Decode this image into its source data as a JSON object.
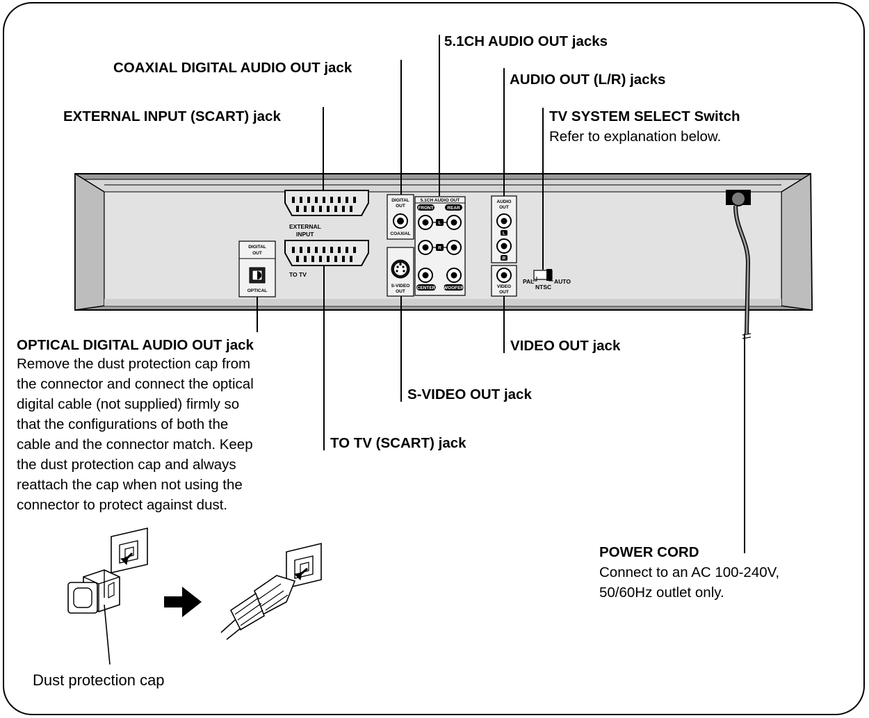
{
  "labels": {
    "coaxial": "COAXIAL DIGITAL AUDIO OUT jack",
    "ch51": "5.1CH AUDIO OUT jacks",
    "audio_lr": "AUDIO OUT (L/R) jacks",
    "external_input": "EXTERNAL INPUT (SCART) jack",
    "tv_system_title": "TV SYSTEM SELECT Switch",
    "tv_system_note": "Refer to explanation below.",
    "optical_title": "OPTICAL DIGITAL AUDIO OUT jack",
    "optical_lines": [
      "Remove the dust protection cap from",
      "the connector and connect the optical",
      "digital cable (not supplied) firmly so",
      "that the configurations of both the",
      "cable and the connector match. Keep",
      "the dust protection cap and always",
      "reattach the cap when not using the",
      "connector to protect against dust."
    ],
    "video_out": "VIDEO OUT jack",
    "svideo_out": "S-VIDEO OUT jack",
    "to_tv": "TO TV (SCART) jack",
    "power_title": "POWER CORD",
    "power_lines": [
      "Connect to an AC 100-240V,",
      "50/60Hz outlet only."
    ],
    "dust_cap": "Dust protection cap"
  },
  "panel": {
    "digital_out": [
      "DIGITAL",
      "OUT"
    ],
    "optical": "OPTICAL",
    "external_input": [
      "EXTERNAL",
      "INPUT"
    ],
    "to_tv": "TO TV",
    "coaxial": "COAXIAL",
    "ch51_header": "5.1CH AUDIO OUT",
    "front": "FRONT",
    "rear": "REAR",
    "left_mark": "L",
    "right_mark": "R",
    "center": "CENTER",
    "woofer": "WOOFER",
    "svideo": [
      "S-VIDEO",
      "OUT"
    ],
    "audio_out": [
      "AUDIO",
      "OUT"
    ],
    "video_out": [
      "VIDEO",
      "OUT"
    ],
    "pal": "PAL",
    "ntsc": "NTSC",
    "auto": "AUTO"
  }
}
